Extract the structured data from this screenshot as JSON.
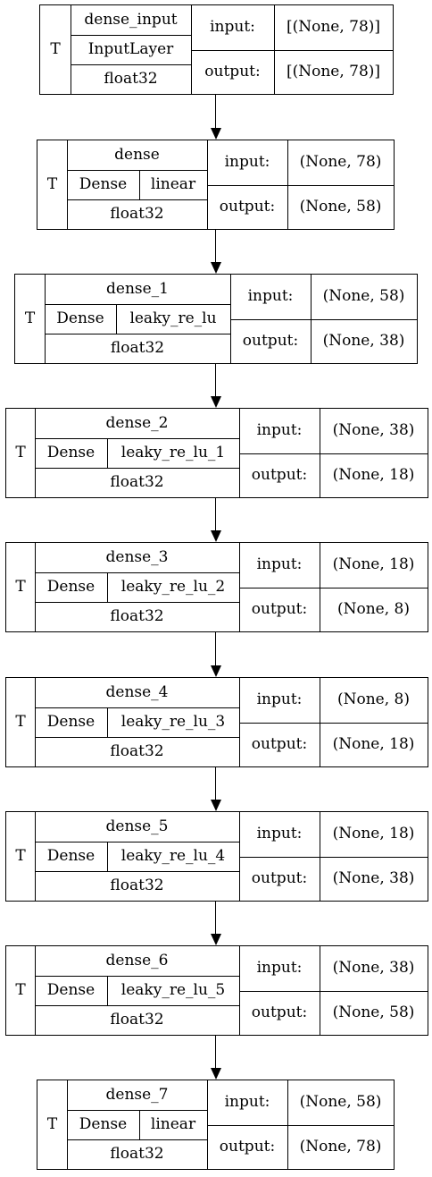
{
  "layers": [
    {
      "name": "dense_input",
      "class_name": "InputLayer",
      "activation": "",
      "dtype": "float32",
      "trainable": "T",
      "input_label": "input:",
      "input_shape": "[(None, 78)]",
      "output_label": "output:",
      "output_shape": "[(None, 78)]"
    },
    {
      "name": "dense",
      "class_name": "Dense",
      "activation": "linear",
      "dtype": "float32",
      "trainable": "T",
      "input_label": "input:",
      "input_shape": "(None, 78)",
      "output_label": "output:",
      "output_shape": "(None, 58)"
    },
    {
      "name": "dense_1",
      "class_name": "Dense",
      "activation": "leaky_re_lu",
      "dtype": "float32",
      "trainable": "T",
      "input_label": "input:",
      "input_shape": "(None, 58)",
      "output_label": "output:",
      "output_shape": "(None, 38)"
    },
    {
      "name": "dense_2",
      "class_name": "Dense",
      "activation": "leaky_re_lu_1",
      "dtype": "float32",
      "trainable": "T",
      "input_label": "input:",
      "input_shape": "(None, 38)",
      "output_label": "output:",
      "output_shape": "(None, 18)"
    },
    {
      "name": "dense_3",
      "class_name": "Dense",
      "activation": "leaky_re_lu_2",
      "dtype": "float32",
      "trainable": "T",
      "input_label": "input:",
      "input_shape": "(None, 18)",
      "output_label": "output:",
      "output_shape": "(None, 8)"
    },
    {
      "name": "dense_4",
      "class_name": "Dense",
      "activation": "leaky_re_lu_3",
      "dtype": "float32",
      "trainable": "T",
      "input_label": "input:",
      "input_shape": "(None, 8)",
      "output_label": "output:",
      "output_shape": "(None, 18)"
    },
    {
      "name": "dense_5",
      "class_name": "Dense",
      "activation": "leaky_re_lu_4",
      "dtype": "float32",
      "trainable": "T",
      "input_label": "input:",
      "input_shape": "(None, 18)",
      "output_label": "output:",
      "output_shape": "(None, 38)"
    },
    {
      "name": "dense_6",
      "class_name": "Dense",
      "activation": "leaky_re_lu_5",
      "dtype": "float32",
      "trainable": "T",
      "input_label": "input:",
      "input_shape": "(None, 38)",
      "output_label": "output:",
      "output_shape": "(None, 58)"
    },
    {
      "name": "dense_7",
      "class_name": "Dense",
      "activation": "linear",
      "dtype": "float32",
      "trainable": "T",
      "input_label": "input:",
      "input_shape": "(None, 58)",
      "output_label": "output:",
      "output_shape": "(None, 78)"
    }
  ]
}
